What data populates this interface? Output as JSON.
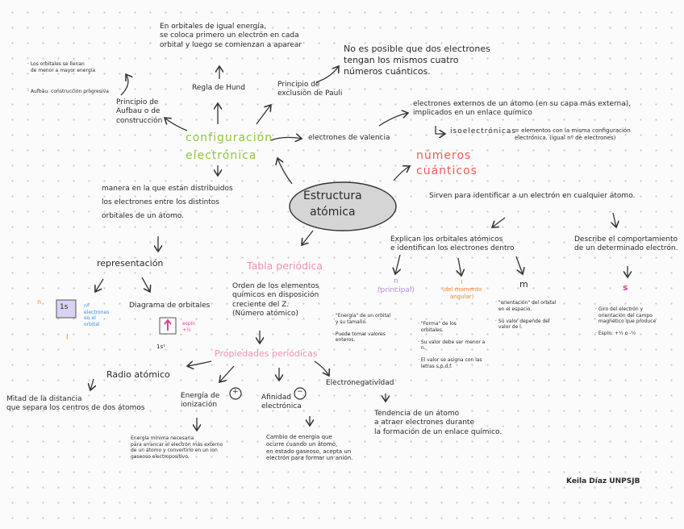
{
  "center": "Estructura\natómica",
  "hund_note": "En orbitales de igual energía,\nse coloca primero un electrón en cada\norbital y luego se comienzan a aparear",
  "aufbau_notes": {
    "n1": "· Los orbitales se llenan\n  de menor a mayor energía",
    "n2": "· Aufbau: construcción progresiva"
  },
  "aufbau": "Principio de\nAufbau o de\nconstrucción",
  "hund": "Regla de Hund",
  "pauli": "Principio de\nexclusión de Pauli",
  "pauli_note": "No es posible que dos electrones\ntengan los mismos cuatro\nnúmeros cuánticos.",
  "config": "configuración\nelectrónica",
  "config_desc": "manera en la que están distribuidos\nlos electrones entre los distintos\norbitales de un átomo.",
  "valencia": "electrones de valencia",
  "valencia_desc": "electrones externos de un átomo (en su capa más externa),\nimplicados en un enlace químico",
  "isoelec_label": "isoelectrónicas",
  "isoelec_desc": "= elementos con la misma configuración\nelectrónica. (igual nº de electrones)",
  "numeros": "números\ncuánticos",
  "numeros_desc": "Sirven para identificar a un electrón en cualquier átomo.",
  "explican": "Explican los orbitales atómicos\ne identifican los electrones dentro",
  "describe": "Describe el comportamiento\nde un determinado electrón.",
  "qn": {
    "n": "n\n(principal)",
    "l": "l\n(del momento\nangular)",
    "m": "m",
    "s": "s"
  },
  "n_notes": "· \"Energía\" de un orbital\n  y su tamaño.\n\n· Puede tomar valores\n  enteros.",
  "l_notes": "· \"Forma\" de los\n  orbitales.\n\n· Su valor debe ser menor a\n  n.\n\n· El valor se asigna con las\n  letras s,p,d,f.",
  "m_notes": "· \"orientación\" del orbital\n  en el espacio.\n\n· Su valor depende del\n  valor de l.",
  "s_notes": "· Giro del electrón y\n  orientación del campo\n  magnético que produce\n\n· Espín: +½ o -½",
  "representacion": "representación",
  "rep_box": {
    "label": "1s",
    "sup": "1",
    "n_label": "n",
    "l_label": "l",
    "e_label": "nº\nelectrones\nen el\norbital"
  },
  "diagrama": "Diagrama de orbitales",
  "diag_box": {
    "label": "1s¹",
    "espin": "espín\n+½"
  },
  "tabla": "Tabla periódica",
  "tabla_desc": "Orden de los elementos\nquímicos en disposición\ncreciente del Z.\n(Número atómico)",
  "propiedades": "Propiedades periódicas",
  "radio": "Radio atómico",
  "radio_desc": "Mitad de la distancia\nque separa los centros de dos átomos",
  "energia": "Energía de\nionización",
  "energia_sign": "+",
  "energia_desc": "Energía mínima necesaria\npara arrancar el electrón más externo\nde un átomo y convertirlo en un ion\ngaseoso electropositivo.",
  "afinidad": "Afinidad\nelectrónica",
  "afinidad_sign": "−",
  "afinidad_desc": "Cambio de energía que\nocurre cuando un átomo,\nen estado gaseoso, acepta un\nelectrón para formar un anión.",
  "electroneg": "Electronegatividad",
  "electroneg_desc": "Tendencia de un átomo\na atraer electrones durante\nla formación de un enlace químico.",
  "author": "Keila Díaz UNPSJB",
  "colors": {
    "green": "#8dc63f",
    "pink": "#f48fb1",
    "red": "#ef5b5b",
    "purple": "#b48be0",
    "orange": "#f07f2a",
    "blue": "#2f8fe8"
  }
}
